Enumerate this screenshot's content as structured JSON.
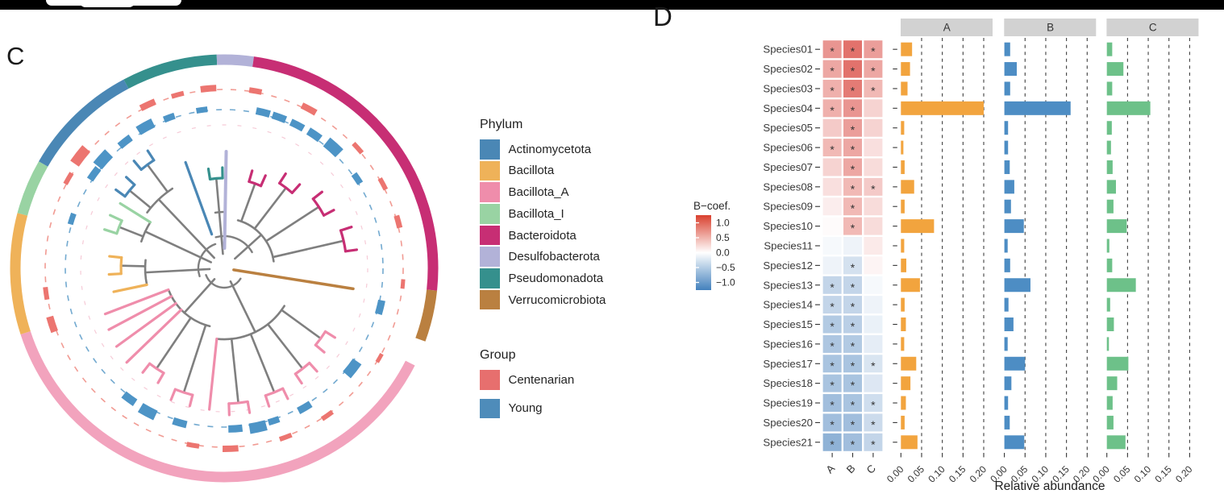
{
  "panel_c": {
    "label": "C",
    "legends": {
      "phylum": {
        "title": "Phylum",
        "items": [
          {
            "name": "Actinomycetota",
            "color": "#4A87B5"
          },
          {
            "name": "Bacillota",
            "color": "#EFB259"
          },
          {
            "name": "Bacillota_A",
            "color": "#EF8DAB"
          },
          {
            "name": "Bacillota_I",
            "color": "#99D3A3"
          },
          {
            "name": "Bacteroidota",
            "color": "#C72E74"
          },
          {
            "name": "Desulfobacterota",
            "color": "#B2B2D8"
          },
          {
            "name": "Pseudomonadota",
            "color": "#35908D"
          },
          {
            "name": "Verrucomicrobiota",
            "color": "#BA8040"
          }
        ]
      },
      "group": {
        "title": "Group",
        "items": [
          {
            "name": "Centenarian",
            "color": "#E76F6E"
          },
          {
            "name": "Young",
            "color": "#4E8CBA"
          }
        ]
      }
    }
  },
  "panel_d": {
    "label": "D",
    "colorbar": {
      "title": "B−coef.",
      "tick_labels": [
        "1.0",
        "0.5",
        "0.0",
        "−0.5",
        "−1.0"
      ],
      "top_color": "#D9402E",
      "mid_color": "#FFFFFF",
      "bottom_color": "#4381BD"
    },
    "xlabel": "Relative abundance"
  },
  "chart_data": [
    {
      "type": "heatmap",
      "title": "B-coef. of species in cohorts A, B, C",
      "rows": [
        "Species01",
        "Species02",
        "Species03",
        "Species04",
        "Species05",
        "Species06",
        "Species07",
        "Species08",
        "Species09",
        "Species10",
        "Species11",
        "Species12",
        "Species13",
        "Species14",
        "Species15",
        "Species16",
        "Species17",
        "Species18",
        "Species19",
        "Species20",
        "Species21"
      ],
      "columns": [
        "A",
        "B",
        "C"
      ],
      "values": [
        [
          0.6,
          0.8,
          0.55
        ],
        [
          0.5,
          0.8,
          0.5
        ],
        [
          0.45,
          0.75,
          0.4
        ],
        [
          0.45,
          0.6,
          0.25
        ],
        [
          0.3,
          0.55,
          0.25
        ],
        [
          0.4,
          0.5,
          0.18
        ],
        [
          0.25,
          0.5,
          0.2
        ],
        [
          0.18,
          0.4,
          0.3
        ],
        [
          0.1,
          0.4,
          0.2
        ],
        [
          0.02,
          0.4,
          0.2
        ],
        [
          -0.05,
          -0.1,
          0.12
        ],
        [
          -0.1,
          -0.25,
          0.06
        ],
        [
          -0.35,
          -0.35,
          -0.05
        ],
        [
          -0.35,
          -0.35,
          -0.1
        ],
        [
          -0.45,
          -0.4,
          -0.12
        ],
        [
          -0.48,
          -0.45,
          -0.15
        ],
        [
          -0.5,
          -0.5,
          -0.22
        ],
        [
          -0.5,
          -0.5,
          -0.2
        ],
        [
          -0.55,
          -0.5,
          -0.28
        ],
        [
          -0.55,
          -0.55,
          -0.3
        ],
        [
          -0.65,
          -0.55,
          -0.35
        ]
      ],
      "significant": [
        [
          1,
          1,
          1
        ],
        [
          1,
          1,
          1
        ],
        [
          1,
          1,
          1
        ],
        [
          1,
          1,
          0
        ],
        [
          0,
          1,
          0
        ],
        [
          1,
          1,
          0
        ],
        [
          0,
          1,
          0
        ],
        [
          0,
          1,
          1
        ],
        [
          0,
          1,
          0
        ],
        [
          0,
          1,
          0
        ],
        [
          0,
          0,
          0
        ],
        [
          0,
          1,
          0
        ],
        [
          1,
          1,
          0
        ],
        [
          1,
          1,
          0
        ],
        [
          1,
          1,
          0
        ],
        [
          1,
          1,
          0
        ],
        [
          1,
          1,
          1
        ],
        [
          1,
          1,
          0
        ],
        [
          1,
          1,
          1
        ],
        [
          1,
          1,
          1
        ],
        [
          1,
          1,
          1
        ]
      ],
      "scale": {
        "domain": [
          -1,
          1
        ],
        "negative_color": "#3C78B8",
        "positive_color": "#D6372E"
      },
      "legend_ticks": [
        1.0,
        0.5,
        0.0,
        -0.5,
        -1.0
      ]
    },
    {
      "type": "bar",
      "orientation": "horizontal",
      "xlabel": "Relative abundance",
      "categories": [
        "Species01",
        "Species02",
        "Species03",
        "Species04",
        "Species05",
        "Species06",
        "Species07",
        "Species08",
        "Species09",
        "Species10",
        "Species11",
        "Species12",
        "Species13",
        "Species14",
        "Species15",
        "Species16",
        "Species17",
        "Species18",
        "Species19",
        "Species20",
        "Species21"
      ],
      "x_tick_labels": [
        "0.00",
        "0.05",
        "0.10",
        "0.15",
        "0.20"
      ],
      "x_ticks": [
        0.0,
        0.05,
        0.1,
        0.15,
        0.2
      ],
      "xlim": [
        0,
        0.222
      ],
      "grid": "dashed-vertical",
      "series": [
        {
          "name": "A",
          "color": "#F2A43E",
          "values": [
            0.027,
            0.022,
            0.016,
            0.2,
            0.008,
            0.006,
            0.009,
            0.032,
            0.009,
            0.08,
            0.008,
            0.013,
            0.046,
            0.009,
            0.012,
            0.008,
            0.037,
            0.023,
            0.012,
            0.009,
            0.04
          ]
        },
        {
          "name": "B",
          "color": "#4D8DC4",
          "values": [
            0.014,
            0.03,
            0.014,
            0.16,
            0.009,
            0.009,
            0.013,
            0.024,
            0.016,
            0.047,
            0.008,
            0.014,
            0.063,
            0.01,
            0.022,
            0.008,
            0.05,
            0.017,
            0.009,
            0.013,
            0.048
          ]
        },
        {
          "name": "C",
          "color": "#6DC189",
          "values": [
            0.013,
            0.04,
            0.013,
            0.105,
            0.012,
            0.01,
            0.014,
            0.022,
            0.016,
            0.048,
            0.006,
            0.013,
            0.07,
            0.008,
            0.017,
            0.005,
            0.052,
            0.025,
            0.014,
            0.016,
            0.045
          ]
        }
      ],
      "strip_bg": "#D2D2D2"
    },
    {
      "type": "circular-tree",
      "center": [
        278,
        333
      ],
      "outer_ring": {
        "radius": 259,
        "width": 13,
        "segments": [
          {
            "phylum": "Pseudomonadota",
            "start": 332,
            "end": 358
          },
          {
            "phylum": "Desulfobacterota",
            "start": 358,
            "end": 368
          },
          {
            "phylum": "Bacteroidota",
            "start": 368,
            "end": 456
          },
          {
            "phylum": "Verrucomicrobiota",
            "start": 456,
            "end": 470
          },
          {
            "phylum": "Bacillota_A",
            "start": 477,
            "end": 612,
            "color": "#F2A3BD"
          },
          {
            "phylum": "Bacillota",
            "start": 612,
            "end": 645
          },
          {
            "phylum": "Bacillota_I",
            "start": 645,
            "end": 660
          },
          {
            "phylum": "Actinomycetota",
            "start": 660,
            "end": 692
          }
        ]
      },
      "group_rings": [
        {
          "group": "Centenarian",
          "radius": 222,
          "dash_color": "#EE8A80",
          "block_color": "#EC7570",
          "blocks": [
            [
              355,
              5,
              8
            ],
            [
              10,
              4,
              7
            ],
            [
              28,
              5,
              8
            ],
            [
              48,
              4,
              6
            ],
            [
              62,
              4,
              6
            ],
            [
              75,
              4,
              7
            ],
            [
              95,
              3,
              5
            ],
            [
              120,
              3,
              5
            ],
            [
              145,
              4,
              6
            ],
            [
              160,
              4,
              6
            ],
            [
              178,
              5,
              8
            ],
            [
              190,
              4,
              6
            ],
            [
              252,
              5,
              9
            ],
            [
              262,
              4,
              6
            ],
            [
              300,
              4,
              6
            ],
            [
              308,
              6,
              13
            ],
            [
              335,
              5,
              8
            ],
            [
              345,
              4,
              6
            ]
          ]
        },
        {
          "group": "Young",
          "radius": 197,
          "dash_color": "#5B9BC8",
          "block_color": "#4D94C6",
          "blocks": [
            [
              14,
              5,
              9
            ],
            [
              20,
              5,
              9
            ],
            [
              27,
              5,
              9
            ],
            [
              34,
              5,
              10
            ],
            [
              42,
              6,
              14
            ],
            [
              56,
              4,
              8
            ],
            [
              104,
              5,
              9
            ],
            [
              128,
              6,
              13
            ],
            [
              150,
              5,
              9
            ],
            [
              162,
              4,
              8
            ],
            [
              168,
              6,
              13
            ],
            [
              176,
              5,
              9
            ],
            [
              196,
              5,
              9
            ],
            [
              208,
              6,
              13
            ],
            [
              216,
              5,
              10
            ],
            [
              288,
              4,
              7
            ],
            [
              306,
              5,
              9
            ],
            [
              312,
              6,
              14
            ],
            [
              322,
              5,
              9
            ],
            [
              331,
              6,
              12
            ],
            [
              340,
              4,
              8
            ],
            [
              352,
              4,
              7
            ]
          ]
        }
      ],
      "inner_faint_ring": {
        "radius": 178,
        "color": "#F6CBD7"
      },
      "branch_color": "#7F7F7F",
      "clades": [
        {
          "phylum": "Bacteroidota",
          "tips": [
            16,
            24,
            33,
            42,
            52,
            62,
            72,
            82
          ],
          "base_r": 62,
          "pairs": [
            [
              0,
              1,
              112
            ],
            [
              2,
              3,
              126
            ],
            [
              4,
              5,
              140
            ],
            [
              6,
              7,
              152
            ]
          ],
          "ext": 14
        },
        {
          "phylum": "Pseudomonadota",
          "tips": [
            351,
            359
          ],
          "base_r": 70,
          "pairs": [
            [
              0,
              1,
              112
            ]
          ],
          "ext": 13
        },
        {
          "phylum": "Desulfobacterota",
          "tips": [
            1
          ],
          "base_r": 25,
          "singles": [
            [
              0,
              145
            ]
          ],
          "lw": 4
        },
        {
          "phylum": "Verrucomicrobiota",
          "tips": [
            99
          ],
          "base_r": 12,
          "singles": [
            [
              0,
              162
            ]
          ],
          "lw": 3.5
        },
        {
          "phylum": "Actinomycetota",
          "tips": [
            340
          ],
          "base_r": 45,
          "singles": [
            [
              0,
              140
            ]
          ]
        },
        {
          "phylum": "Actinomycetota",
          "tips": [
            306,
            313,
            320,
            327
          ],
          "base_r": 118,
          "pairs": [
            [
              0,
              1,
              152
            ],
            [
              2,
              3,
              160
            ]
          ],
          "ext": 14
        },
        {
          "phylum": "Bacillota_I",
          "tips": [
            288,
            295,
            302
          ],
          "base_r": 108,
          "pairs": [
            [
              0,
              1,
              140
            ]
          ],
          "singles": [
            [
              2,
              152
            ]
          ],
          "ext": 16
        },
        {
          "phylum": "Bacillota",
          "tips": [
            258,
            267,
            276
          ],
          "base_r": 98,
          "pairs": [
            [
              1,
              2,
              128
            ]
          ],
          "singles": [
            [
              0,
              140
            ]
          ],
          "ext": 15
        },
        {
          "phylum": "Bacillota_A",
          "tips": [
            122,
            130,
            138,
            146,
            154,
            162,
            170,
            178,
            186
          ],
          "base_r": 88,
          "pairs": [
            [
              0,
              1,
              148
            ],
            [
              2,
              3,
              158
            ],
            [
              4,
              5,
              166
            ],
            [
              6,
              7,
              168
            ]
          ],
          "singles": [
            [
              8,
              176
            ]
          ],
          "ext": 14
        },
        {
          "phylum": "Bacillota_A",
          "tips": [
            194,
            202,
            210,
            218,
            226,
            234,
            242,
            249
          ],
          "base_r": 74,
          "pairs": [
            [
              0,
              1,
              162
            ],
            [
              2,
              3,
              150
            ]
          ],
          "singles": [
            [
              4,
              168
            ],
            [
              5,
              165
            ],
            [
              6,
              162
            ],
            [
              7,
              158
            ]
          ],
          "ext": 14
        }
      ],
      "root_arcs": [
        [
          24,
          122,
          250
        ],
        [
          32,
          252,
          340
        ],
        [
          40,
          345,
          420
        ]
      ]
    }
  ]
}
